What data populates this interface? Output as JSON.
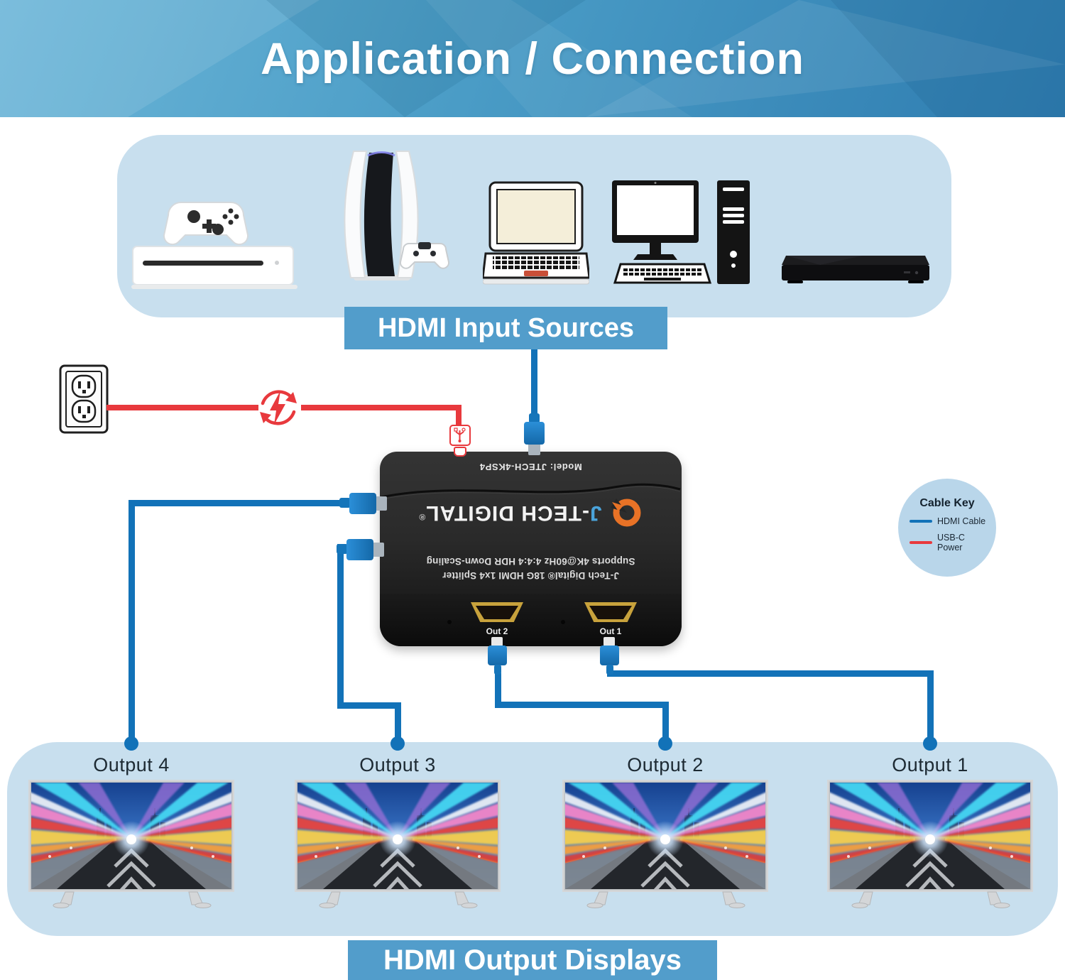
{
  "header": {
    "title": "Application / Connection"
  },
  "input_sources": {
    "label": "HDMI Input Sources",
    "device_icons": [
      "xbox-console-icon",
      "ps5-console-icon",
      "laptop-icon",
      "desktop-pc-icon",
      "bluray-player-icon"
    ]
  },
  "power": {
    "icons": [
      "wall-outlet-icon",
      "power-adapter-icon",
      "usb-c-connector-icon"
    ]
  },
  "splitter": {
    "model_text": "Model: JTECH-4KSP4",
    "brand_j": "J",
    "brand_rest": "-TECH DIGITAL",
    "registered_mark": "®",
    "spec_line_1": "J-Tech Digital® 18G HDMI 1x4 Splitter",
    "spec_line_2": "Supports 4K@60Hz 4:4:4 HDR Down-Scaling",
    "port_labels": [
      "Out 2",
      "Out 1"
    ]
  },
  "cable_key": {
    "title": "Cable Key",
    "entries": [
      {
        "label": "HDMI Cable",
        "color": "#1272b8"
      },
      {
        "label": "USB-C Power",
        "color": "#e8393d"
      }
    ]
  },
  "outputs": {
    "label": "HDMI Output Displays",
    "displays": [
      "Output 4",
      "Output 3",
      "Output 2",
      "Output 1"
    ]
  },
  "colors": {
    "header_blue": "#3f90bd",
    "panel_blue": "#c8dfee",
    "label_blue": "#529dcb",
    "cable_blue": "#1272b8",
    "power_red": "#e8393d",
    "logo_orange": "#e87226"
  }
}
